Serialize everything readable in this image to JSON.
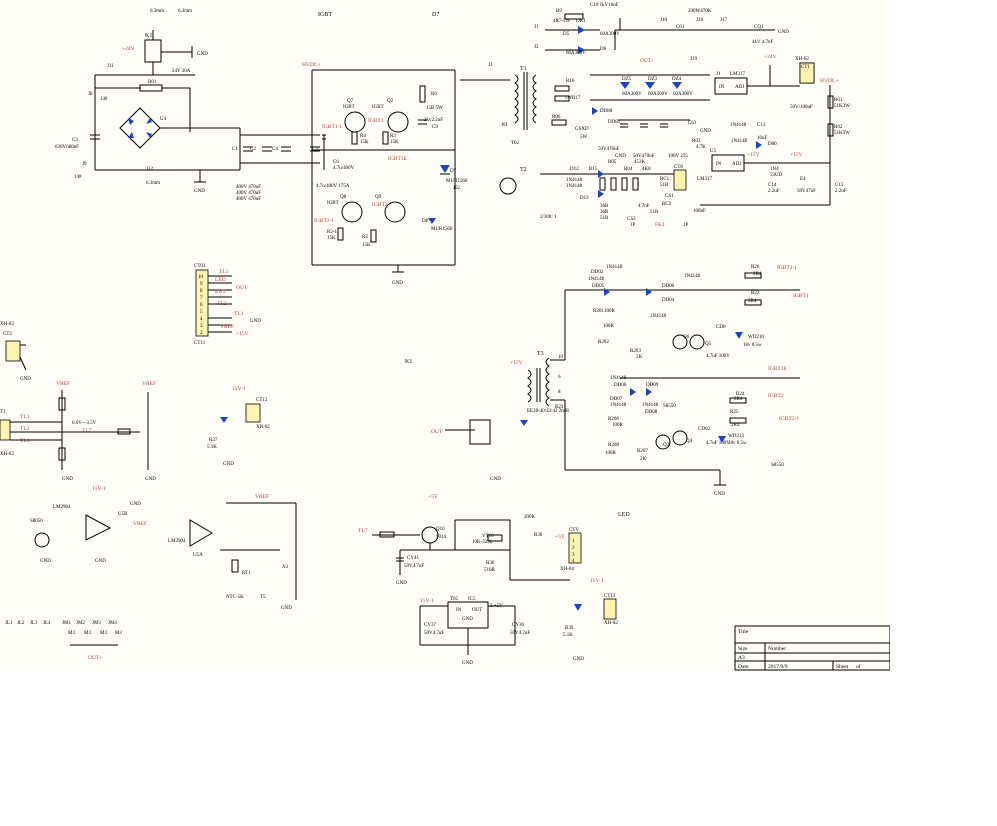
{
  "colors": {
    "paper": "#fffdf8",
    "wire": "#000000",
    "power_label": "#c0392b",
    "diode": "#1746c4",
    "connector": "#fff3b0"
  },
  "top_labels": {
    "wire1": "6.3mm",
    "wire2": "6.3mm",
    "igbt": "IGBT",
    "d7": "D7",
    "c10": "C10 1kV10nF",
    "part_200w": "200W470K"
  },
  "power_labels": {
    "p24v_a": "+24V",
    "hvdc_a": "HVDC+",
    "out_a": "OUT+",
    "p24v_b": "+24V",
    "hvdc_b": "HVDC+",
    "p15v_a": "+15V",
    "p15v_b": "+15V",
    "v15m_a": "15V-1",
    "vref_a": "VREF",
    "vref_b": "VREF",
    "vref_c": "VREF",
    "v15m_b": "15V-1",
    "p5v_a": "+5V",
    "p5v_b": "+5V",
    "out_b": "OUT+",
    "v15m_c": "15V-1"
  },
  "components": {
    "k1": "K1",
    "r01": "R01",
    "u4": "U4",
    "j11": "J11",
    "j8": "J8",
    "j9": "J9",
    "j12": "J12",
    "c3": "C3",
    "c3_val": "630V680nF",
    "c1": "C1",
    "c2": "C2",
    "c4": "C4",
    "c5": "C5",
    "c6": "C6",
    "c6_val": "4.7u/400V",
    "caps_val_1": "400V 470uF",
    "caps_val_2": "400V 470uF",
    "caps_val_3": "400V 470uF",
    "q7": "Q7",
    "q2": "Q2",
    "r4": "R4",
    "r3": "R3",
    "q8": "Q8",
    "q9": "Q9",
    "r2_1": "R2-1",
    "r2": "R2",
    "d7": "D7",
    "d8": "D8",
    "mur1560_a": "MUR1560",
    "mur1560_b": "MUR1560",
    "r6": "R6",
    "r6_val": "15R 5W",
    "c9": "C9",
    "c9_val": "2kv2.2nF",
    "j3": "J3",
    "t1": "T1",
    "t02": "T02",
    "j01": "J01",
    "t2": "T2",
    "t2_ratio": "2/300: 1",
    "d12": "D12",
    "d13": "D13",
    "r15": "R15",
    "r05": "R05",
    "r04": "R04",
    "cs1": "CS1",
    "cs2": "CS2",
    "ct8": "CT8",
    "lm317_b": "LM317",
    "r9": "R9",
    "r9_val": "4R7-5W",
    "dk1": "DK1",
    "j1": "J1",
    "j2": "J2",
    "d5": "D5",
    "d6": "D6",
    "r16": "R16",
    "r17": "R17",
    "r06": "R06",
    "dz5": "DZ5",
    "dz3": "DZ3",
    "dz4": "DZ4",
    "dd80": "DD80",
    "dd81": "DD81",
    "cap_50v470uf": "50V470uF",
    "cap_100v225": "100V 225",
    "j10": "J10",
    "c01": "C01",
    "j16": "J16",
    "j17": "J17",
    "j19": "J19",
    "cq1": "CQ1",
    "cq1_val": "4kV 4.7nF",
    "c63": "C63",
    "j1_reg": "J1",
    "lm317_a": "LM317",
    "xh02_a": "XH-02",
    "ct1": "CT1",
    "r01b": "R01",
    "r02": "R02",
    "r_51k": "51K3W",
    "u5": "U5",
    "in4148_a": "1N4148",
    "d80": "D80",
    "c13": "C13",
    "c14": "C14",
    "c14_val": "2.2uF",
    "c15": "C15",
    "c15_val": "2.2uF",
    "cap_50v100uf": "50V/100uF",
    "ct03": "CT03",
    "tl5": "TL5",
    "led": "LED",
    "out": "OUT",
    "ent": "ENT",
    "tl2": "TL2",
    "tl1b": "TL1",
    "ct11": "CT11",
    "xh03_a": "XH-03",
    "ct2": "CT2",
    "xh02_b": "XH-02",
    "ct12": "CT12",
    "r37": "R37",
    "r37_val": "5.1K",
    "k1_mid": "K1",
    "tl1": "TL1",
    "tl2b": "TL2",
    "tl3": "TL3",
    "tl7": "TL7",
    "range": "0.6V---3.5V",
    "lm2904_a": "LM2904",
    "lm2904_b": "LM2904",
    "u5a": "U5A",
    "ss8050": "S8050",
    "rt1": "RT1",
    "ntc": "NTC-5K",
    "t5": "T5",
    "x3": "X3",
    "q10": "Q10",
    "q10_val": "9014",
    "cy41": "CY41",
    "cy41_val": "50V4.7uF",
    "vt10": "VT10",
    "vt10_val": "10K-3296",
    "r30": "R30",
    "r36": "R36",
    "r36_val": "510R",
    "val_200k": "200K",
    "ctv": "CTV",
    "xh04": "XH-04",
    "led_lbl": "LED",
    "t05": "T05",
    "ic5": "IC5",
    "cy37": "CY37",
    "cy37_val": "50V4.7uF",
    "cy36": "CY36",
    "cy36_val": "50V4.7uF",
    "ct13": "CT13",
    "xh02_c": "XH-02",
    "r39": "R39",
    "r39_val": "5.1K",
    "jl1": "JL1",
    "jl2": "JL2",
    "jl3": "JL3",
    "jl4": "JL4",
    "jm1": "JM1",
    "jm2": "JM2",
    "jm3": "JM3",
    "jm4": "JM4",
    "m3": "M3",
    "t3": "T3",
    "t3_spec": "EE28-40:43:43 2mH",
    "dd02": "DD02",
    "dd05": "DD05",
    "dd06": "DD06",
    "dd04": "DD04",
    "dd07": "DD07",
    "dd09": "DD09",
    "dd08": "DD08",
    "r201": "R201",
    "r202": "R202",
    "r203": "R203",
    "r206": "R206",
    "r208": "R208",
    "r207": "R207",
    "q6": "Q6",
    "q5": "Q5",
    "q3": "Q3",
    "q4": "Q4",
    "wd210": "WD210",
    "wd213": "WD213",
    "zener_val": "18v 0.5w",
    "r26": "R26",
    "r22": "R22",
    "r24": "R24",
    "r25": "R25",
    "val_2r4": "2R4",
    "igbt1_1": "IGBT1-1",
    "igbt1": "IGBT1",
    "igbt1e": "IGBT1E",
    "igbt2": "IGBT2",
    "igbt2_1": "IGBT2-1",
    "ss550": "S8550",
    "ss550b": "S8550",
    "val_100r": "100R",
    "val_2k": "2K",
    "cd0": "CD0",
    "cd02": "CD02",
    "cap_47u": "4.7uF 100V"
  },
  "title_block": {
    "title_label": "Title",
    "size_label": "Size",
    "size_value": "A3",
    "number_label": "Number",
    "date_label": "Date",
    "date_value": "2017/9/9",
    "sheet_label": "Sheet",
    "of_label": "of"
  }
}
